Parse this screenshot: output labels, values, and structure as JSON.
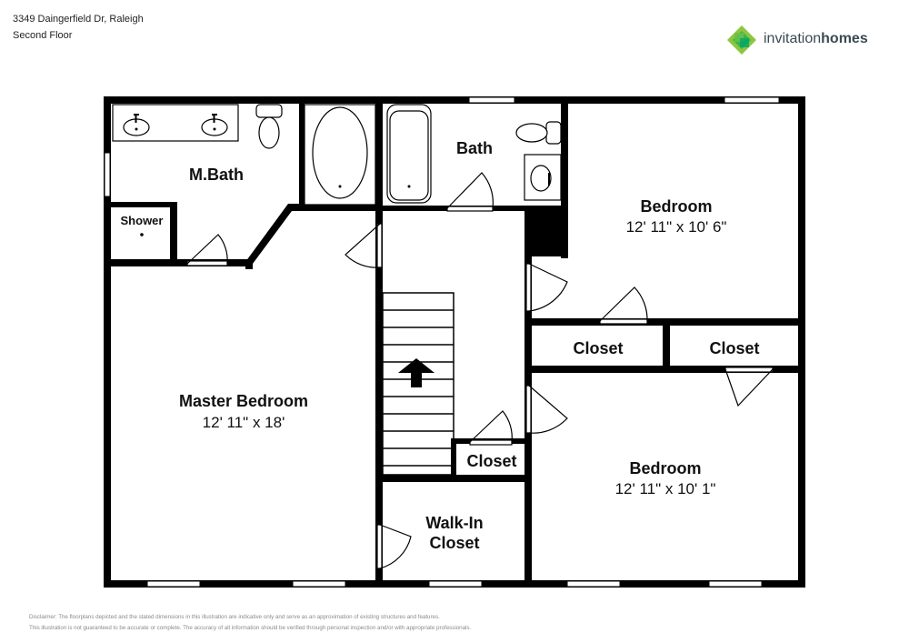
{
  "header": {
    "address": "3349 Daingerfield Dr, Raleigh",
    "floor": "Second Floor"
  },
  "logo": {
    "word1": "invitation",
    "word2": "homes",
    "colors": [
      "#8dc63f",
      "#39b54a",
      "#00a66c",
      "#6cbf4b"
    ]
  },
  "rooms": {
    "master_bath": "M.Bath",
    "shower": "Shower",
    "bath": "Bath",
    "bedroom1_name": "Bedroom",
    "bedroom1_dim": "12' 11\" x 10' 6\"",
    "closet1": "Closet",
    "closet2": "Closet",
    "master_name": "Master Bedroom",
    "master_dim": "12' 11\" x 18'",
    "bedroom2_name": "Bedroom",
    "bedroom2_dim": "12' 11\" x 10' 1\"",
    "closet3": "Closet",
    "walkin_line1": "Walk-In",
    "walkin_line2": "Closet"
  },
  "disclaimer": {
    "line1": "Disclaimer: The floorplans depicted and the stated dimensions in this illustration are indicative only and serve as an approximation of existing structures and features.",
    "line2": "This illustration is not guaranteed to be accurate or complete. The accuracy of all information should be verified through personal inspection and/or with appropriate professionals."
  }
}
